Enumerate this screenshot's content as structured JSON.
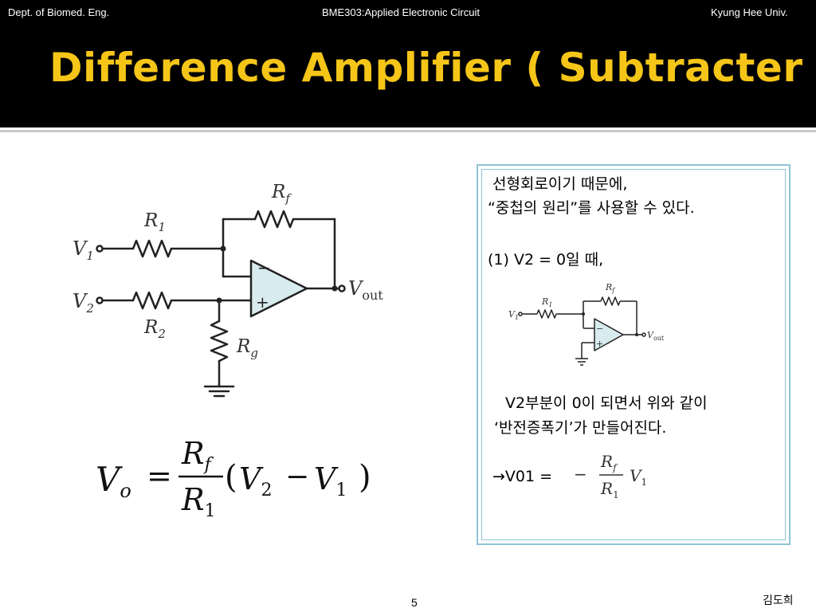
{
  "header": {
    "left": "Dept. of Biomed. Eng.",
    "center": "BME303:Applied Electronic Circuit",
    "right": "Kyung Hee Univ."
  },
  "title": "Difference Amplifier ( Subtracter )",
  "circuit": {
    "v1": "V",
    "v1_sub": "1",
    "v2": "V",
    "v2_sub": "2",
    "r1": "R",
    "r1_sub": "1",
    "r2": "R",
    "r2_sub": "2",
    "rf": "R",
    "rf_sub": "f",
    "rg": "R",
    "rg_sub": "g",
    "vout": "V",
    "vout_sub": "out",
    "minus": "−",
    "plus": "+"
  },
  "formula": {
    "lhs": "V",
    "lhs_sub": "o",
    "eq": "=",
    "num": "R",
    "num_sub": "f",
    "den": "R",
    "den_sub": "1",
    "open": "(",
    "a": "V",
    "a_sub": "2",
    "op": "−",
    "b": "V",
    "b_sub": "1",
    "close": ")"
  },
  "box": {
    "line1": "선형회로이기 때문에,",
    "line2": "“중첩의 원리”를 사용할 수 있다.",
    "case": "(1) V2 = 0일 때,",
    "line3": "V2부분이 0이 되면서 위와 같이",
    "line4": "‘반전증폭기’가 만들어진다.",
    "result": "→V01 ="
  },
  "mini_circuit": {
    "v1": "V",
    "v1_sub": "1",
    "r1": "R",
    "r1_sub": "1",
    "rf": "R",
    "rf_sub": "f",
    "vout": "V",
    "vout_sub": "out",
    "minus": "−",
    "plus": "+"
  },
  "mini_formula": {
    "sign": "−",
    "num": "R",
    "num_sub": "f",
    "den": "R",
    "den_sub": "1",
    "var": "V",
    "var_sub": "1"
  },
  "footer": {
    "page": "5",
    "author": "김도희"
  }
}
